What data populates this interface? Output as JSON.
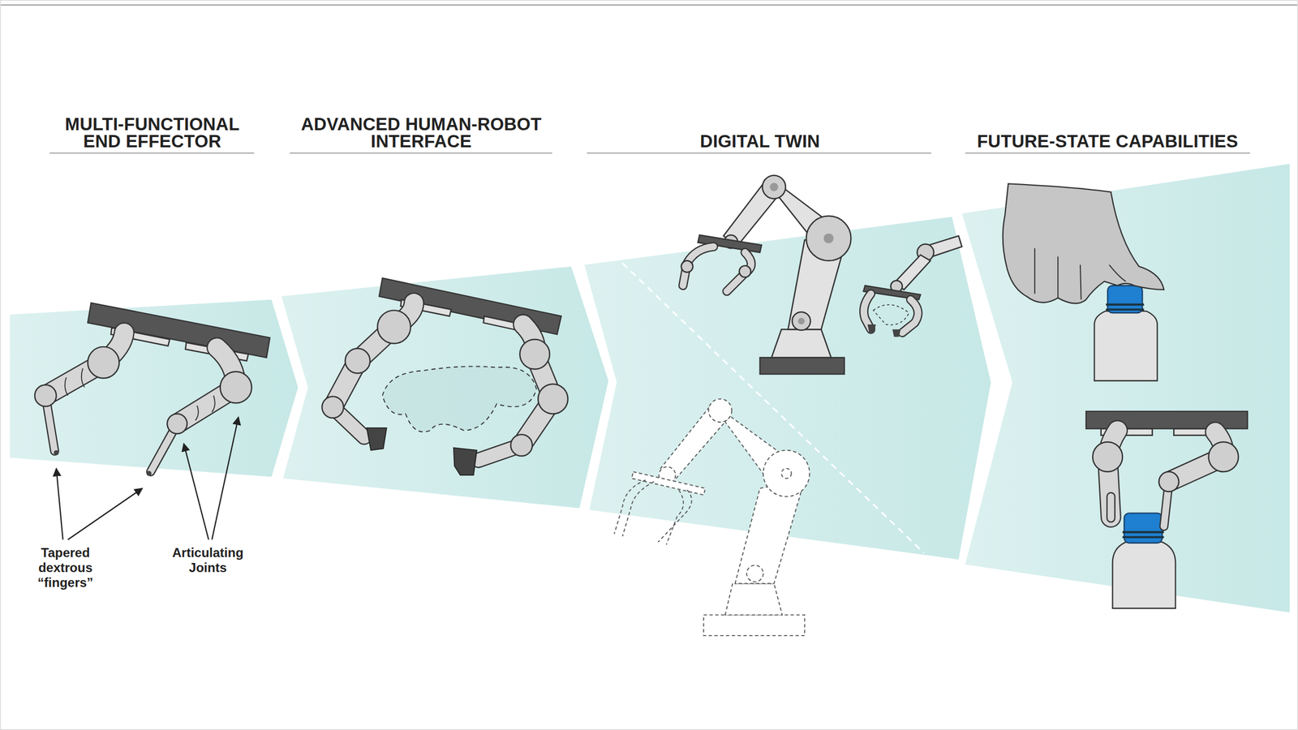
{
  "diagram": {
    "labels": [
      "MULTI-FUNCTIONAL END EFFECTOR",
      "ADVANCED HUMAN-ROBOT INTERFACE",
      "DIGITAL TWIN",
      "FUTURE-STATE CAPABILITIES",
      "Tapered dextrous “fingers”",
      "Articulating Joints"
    ]
  }
}
